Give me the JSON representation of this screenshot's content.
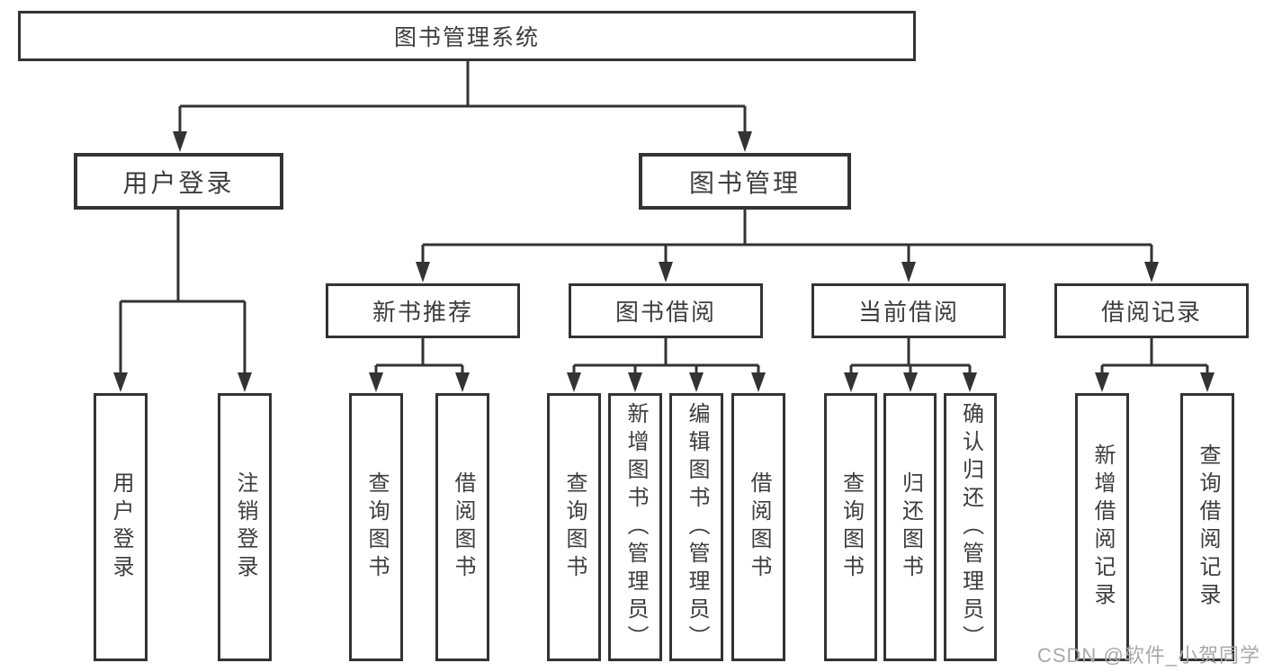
{
  "colors": {
    "line": "#333333",
    "text": "#3d3d3d",
    "watermark": "#a8a8a8",
    "background": "#ffffff"
  },
  "watermark": {
    "text": "CSDN @软件_小贺同学"
  },
  "tree": {
    "label": "图书管理系统",
    "children": [
      {
        "label": "用户登录",
        "children": [
          {
            "label": "用户登录"
          },
          {
            "label": "注销登录"
          }
        ]
      },
      {
        "label": "图书管理",
        "children": [
          {
            "label": "新书推荐",
            "children": [
              {
                "label": "查询图书"
              },
              {
                "label": "借阅图书"
              }
            ]
          },
          {
            "label": "图书借阅",
            "children": [
              {
                "label": "查询图书"
              },
              {
                "label": "新增图书（管理员）"
              },
              {
                "label": "编辑图书（管理员）"
              },
              {
                "label": "借阅图书"
              }
            ]
          },
          {
            "label": "当前借阅",
            "children": [
              {
                "label": "查询图书"
              },
              {
                "label": "归还图书"
              },
              {
                "label": "确认归还（管理员）"
              }
            ]
          },
          {
            "label": "借阅记录",
            "children": [
              {
                "label": "新增借阅记录"
              },
              {
                "label": "查询借阅记录"
              }
            ]
          }
        ]
      }
    ]
  }
}
